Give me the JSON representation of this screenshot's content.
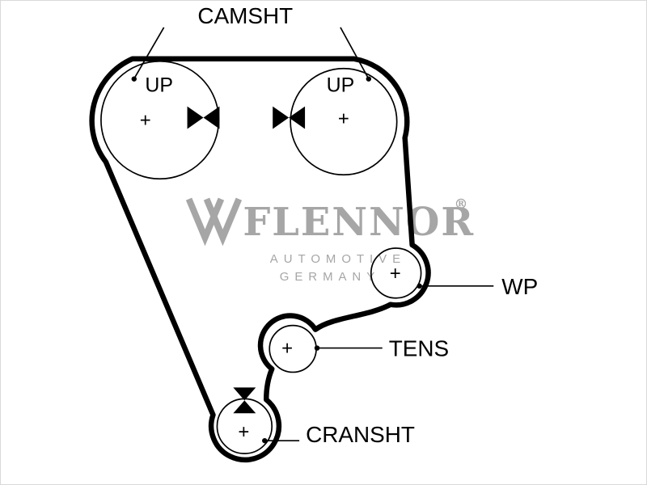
{
  "diagram": {
    "labels": {
      "camshaft": "CAMSHT",
      "up_left": "UP",
      "up_right": "UP",
      "water_pump": "WP",
      "tensioner": "TENS",
      "crankshaft": "CRANSHT"
    },
    "marks": {
      "center_cross": "+"
    },
    "watermark": {
      "brand": "FLENNOR",
      "registered": "®",
      "subtitle_line1": "AUTOMOTIVE",
      "subtitle_line2": "GERMANY",
      "color": "#a6a6a6"
    },
    "colors": {
      "ink": "#000000",
      "belt": "#000000",
      "background": "#ffffff"
    }
  }
}
